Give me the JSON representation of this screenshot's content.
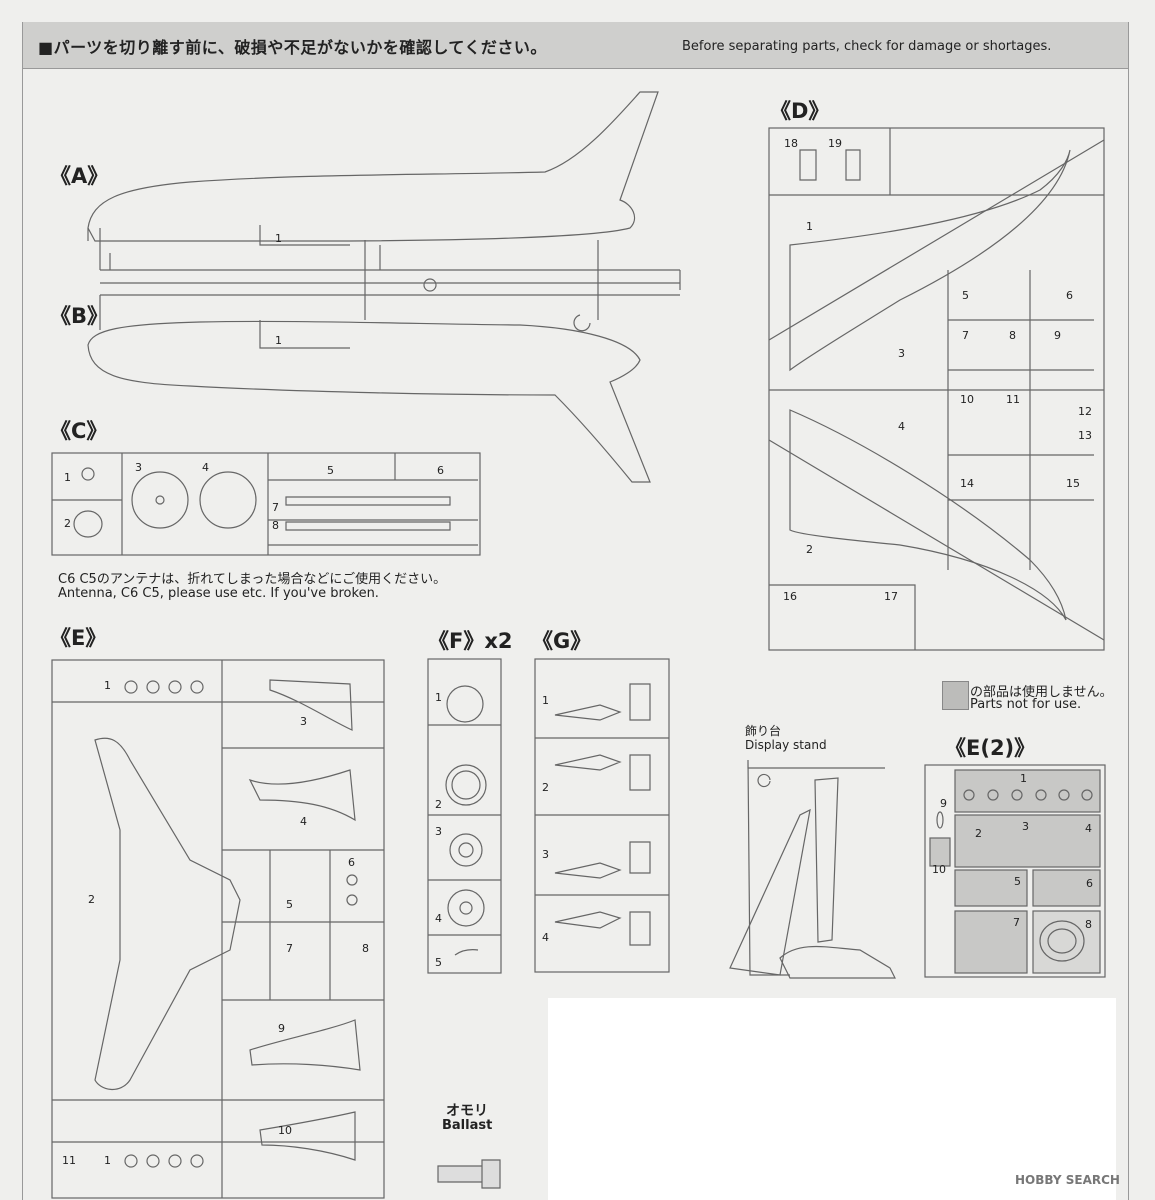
{
  "header": {
    "jp": "■パーツを切り離す前に、破損や不足がないかを確認してください。",
    "en": "Before separating parts, check for damage or shortages."
  },
  "sprues": {
    "A": "《A》",
    "B": "《B》",
    "C": "《C》",
    "D": "《D》",
    "E": "《E》",
    "F": "《F》x2",
    "G": "《G》",
    "E2": "《E(2)》"
  },
  "antenna_note": {
    "jp": "C6 C5のアンテナは、折れてしまった場合などにご使用ください。",
    "en": "Antenna, C6 C5, please use etc. If you've broken."
  },
  "legend": {
    "jp": "の部品は使用しません。",
    "en": "Parts not for use."
  },
  "stand": {
    "jp": "飾り台",
    "en": "Display stand"
  },
  "ballast": {
    "jp": "オモリ",
    "en": "Ballast"
  },
  "watermark": "HOBBY SEARCH",
  "part_numbers": {
    "A": [
      "1"
    ],
    "B": [
      "1"
    ],
    "C": [
      "1",
      "2",
      "3",
      "4",
      "5",
      "6",
      "7",
      "8"
    ],
    "D": [
      "18",
      "19",
      "1",
      "5",
      "6",
      "7",
      "8",
      "9",
      "3",
      "10",
      "11",
      "12",
      "13",
      "4",
      "14",
      "15",
      "2",
      "16",
      "17"
    ],
    "E": [
      "1",
      "3",
      "2",
      "4",
      "6",
      "5",
      "7",
      "8",
      "9",
      "10",
      "11",
      "1"
    ],
    "F": [
      "1",
      "2",
      "3",
      "4",
      "5"
    ],
    "G": [
      "1",
      "2",
      "3",
      "4"
    ],
    "E2": [
      "1",
      "2",
      "3",
      "4",
      "5",
      "6",
      "7",
      "8",
      "9",
      "10"
    ]
  }
}
